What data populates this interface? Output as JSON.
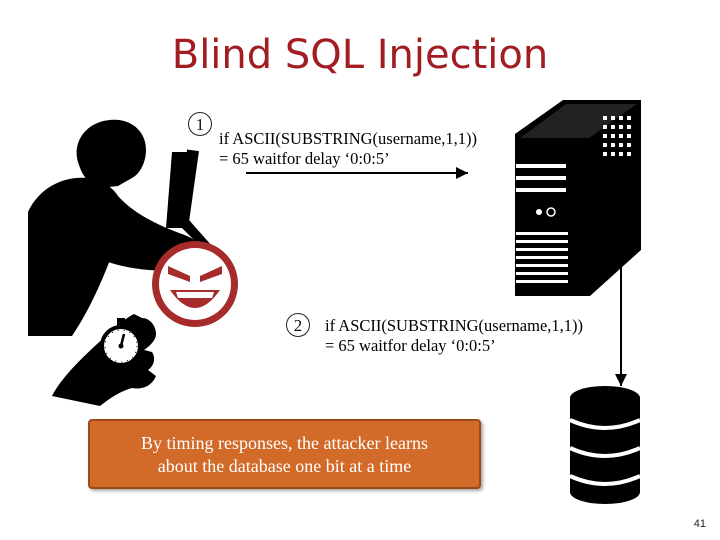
{
  "slide": {
    "title": "Blind SQL Injection",
    "page_number": "41"
  },
  "steps": [
    {
      "number": "1",
      "line1": "if ASCII(SUBSTRING(username,1,1))",
      "line2": "= 65 waitfor delay ‘0:0:5’"
    },
    {
      "number": "2",
      "line1": "if ASCII(SUBSTRING(username,1,1))",
      "line2": "= 65 waitfor delay ‘0:0:5’"
    }
  ],
  "callout": {
    "line1": "By timing responses, the attacker learns",
    "line2": "about the database one bit at a time"
  },
  "icons": [
    "hacker-silhouette-icon",
    "evil-face-icon",
    "stopwatch-hand-icon",
    "server-tower-icon",
    "database-icon"
  ],
  "colors": {
    "title": "#a11d21",
    "evil_face": "#a62b2b",
    "callout_fill": "#d26b2a",
    "callout_border": "#9b4a17"
  }
}
